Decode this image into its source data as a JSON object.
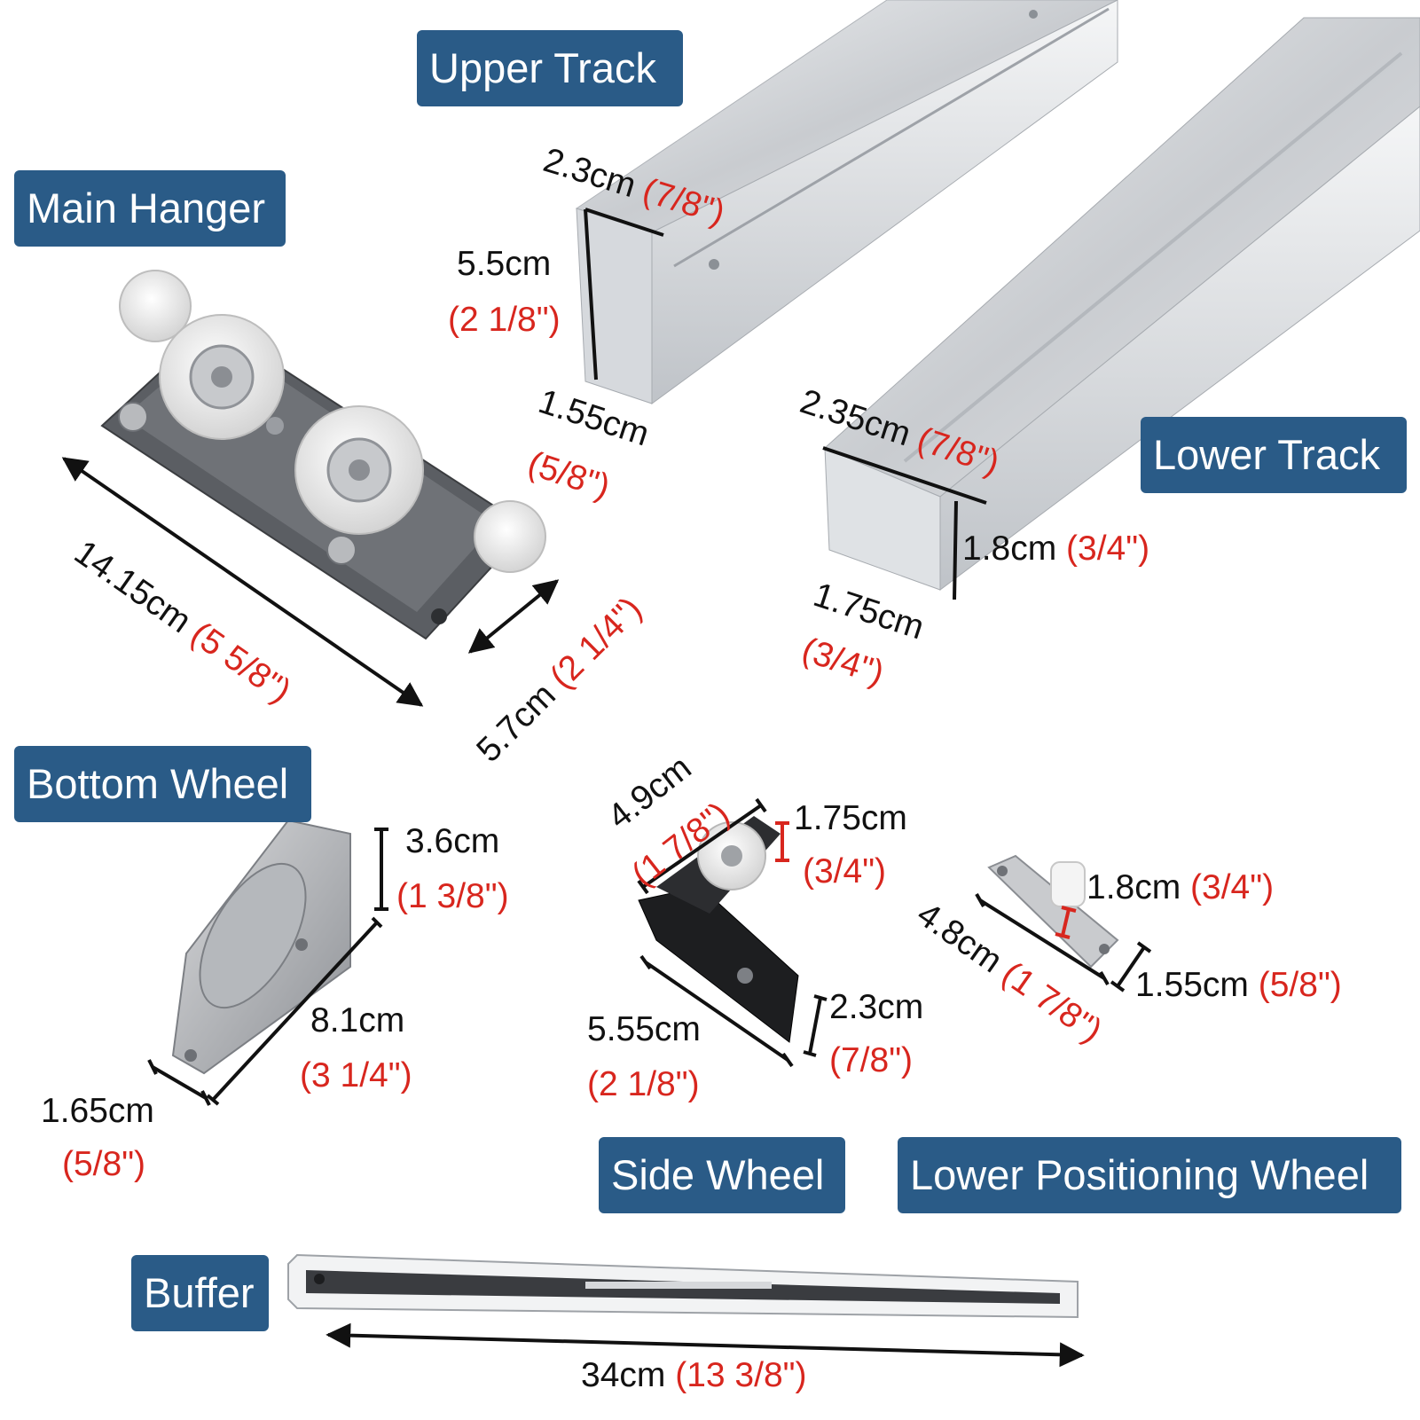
{
  "colors": {
    "label_bg": "#2a5b87",
    "label_text": "#ffffff",
    "metric": "#111111",
    "imperial": "#d8261e"
  },
  "labels": {
    "upper_track": "Upper Track",
    "main_hanger": "Main Hanger",
    "lower_track": "Lower Track",
    "bottom_wheel": "Bottom Wheel",
    "side_wheel": "Side Wheel",
    "lower_positioning_wheel": "Lower Positioning Wheel",
    "buffer": "Buffer"
  },
  "dims": {
    "upper_track": {
      "width_cm": "2.3cm",
      "width_in": "(7/8\")",
      "height_cm": "5.5cm",
      "height_in": "(2 1/8\")",
      "gap_cm": "1.55cm",
      "gap_in": "(5/8\")"
    },
    "lower_track": {
      "width_cm": "2.35cm",
      "width_in": "(7/8\")",
      "height_cm": "1.8cm",
      "height_in": "(3/4\")",
      "depth_cm": "1.75cm",
      "depth_in": "(3/4\")"
    },
    "main_hanger": {
      "length_cm": "14.15cm",
      "length_in": "(5 5/8\")",
      "width_cm": "5.7cm",
      "width_in": "(2 1/4\")"
    },
    "bottom_wheel": {
      "height_cm": "3.6cm",
      "height_in": "(1 3/8\")",
      "length_cm": "8.1cm",
      "length_in": "(3 1/4\")",
      "width_cm": "1.65cm",
      "width_in": "(5/8\")"
    },
    "side_wheel": {
      "top_cm": "4.9cm",
      "top_in": "(1 7/8\")",
      "wheel_cm": "1.75cm",
      "wheel_in": "(3/4\")",
      "base_cm": "5.55cm",
      "base_in": "(2 1/8\")",
      "height_cm": "2.3cm",
      "height_in": "(7/8\")"
    },
    "lower_positioning_wheel": {
      "wheel_cm": "1.8cm",
      "wheel_in": "(3/4\")",
      "length_cm": "4.8cm",
      "length_in": "(1 7/8\")",
      "width_cm": "1.55cm",
      "width_in": "(5/8\")"
    },
    "buffer": {
      "length_cm": "34cm",
      "length_in": "(13 3/8\")"
    }
  }
}
